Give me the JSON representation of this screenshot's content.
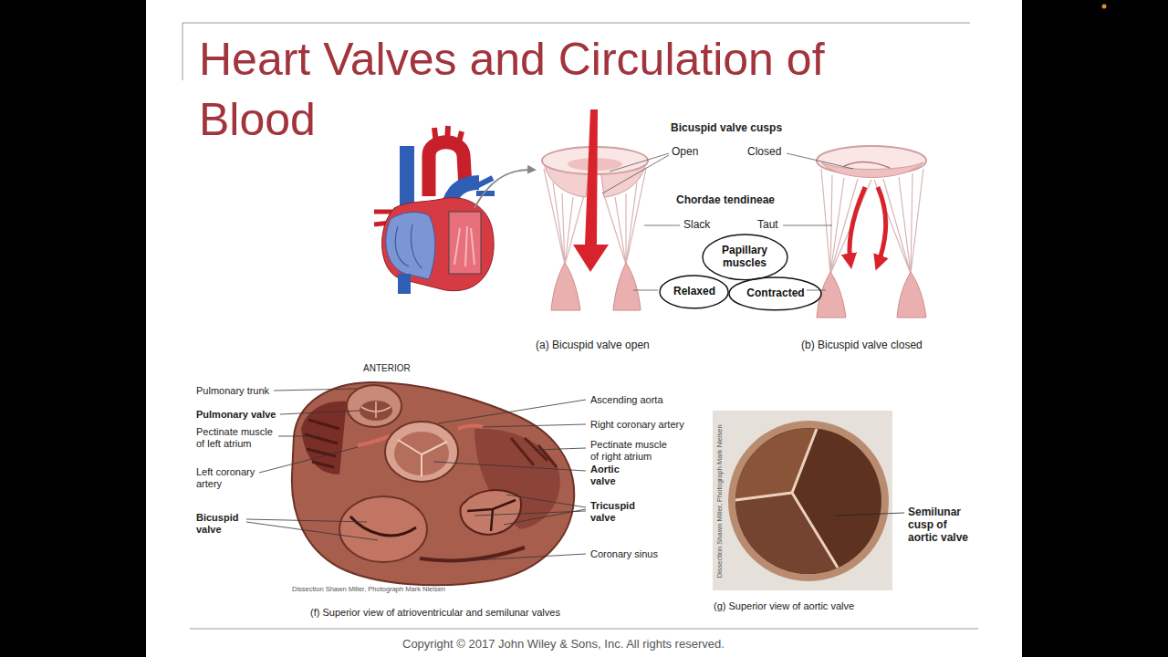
{
  "diagram": {
    "title": "Heart Valves and Circulation of Blood",
    "nodes": [
      {
        "text": [
          "Papillary muscles"
        ]
      },
      {
        "text": [
          "Relaxed"
        ]
      },
      {
        "text": [
          "Contracted"
        ]
      }
    ],
    "labels": [
      "Bicuspid valve cusps",
      "Open",
      "Closed",
      "Chordae tendineae",
      "Slack",
      "Taut",
      "(a) Bicuspid valve open",
      "(b) Bicuspid valve closed",
      "ANTERIOR",
      "Pulmonary trunk",
      "Ascending aorta",
      "Pulmonary valve",
      "Right coronary artery",
      "Pectinate muscle of left atrium",
      "Pectinate muscle of right atrium",
      "Aortic valve",
      "Left coronary artery",
      "Tricuspid valve",
      "Semilunar cusp of aortic valve",
      "Bicuspid valve",
      "Coronary sinus",
      "Dissection Shawn Miller, Photograph Mark Nielsen",
      "Dissection Shawn Miller, Photograph Mark Nielsen",
      "(f) Superior view of atrioventricular and semilunar valves",
      "(g) Superior view of aortic valve",
      "Copyright © 2017 John Wiley & Sons, Inc. All rights reserved."
    ]
  }
}
